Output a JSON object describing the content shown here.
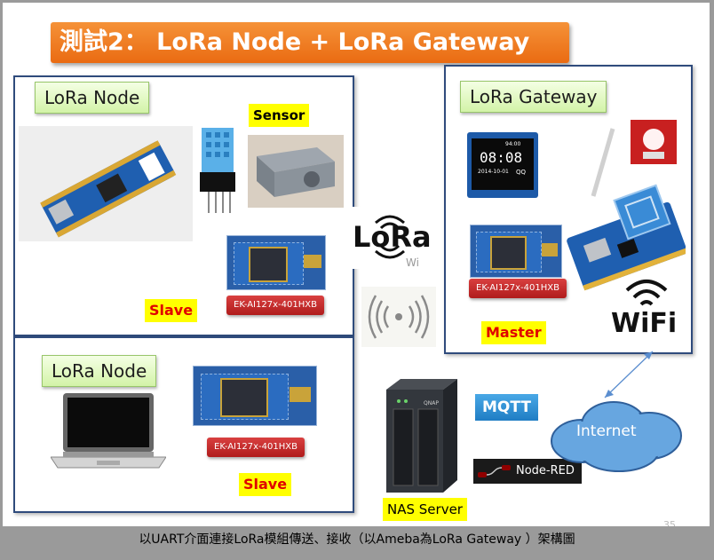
{
  "title": "測試2： LoRa Node + LoRa Gateway",
  "left_top": {
    "label": "LoRa Node",
    "sensor": "Sensor",
    "slave": "Slave",
    "module": "EK-AI127x-401HXB"
  },
  "left_bottom": {
    "label": "LoRa Node",
    "slave": "Slave",
    "module": "EK-AI127x-401HXB"
  },
  "gateway": {
    "label": "LoRa Gateway",
    "master": "Master",
    "module": "EK-AI127x-401HXB",
    "wifi": "WiFi",
    "oled_time": "08:08",
    "oled_date": "2014-10-01",
    "oled_top": "94:00",
    "oled_qq": "QQ"
  },
  "lora_logo": {
    "text": "LoRa",
    "sub": "Wi"
  },
  "mqtt": "MQTT",
  "internet": "Internet",
  "node_red": "Node-RED",
  "nas": "NAS Server",
  "nas_brand": "QNAP",
  "slide_number": "35",
  "caption": "以UART介面連接LoRa模組傳送、接收（以Ameba為LoRa Gateway ）架構圖",
  "colors": {
    "title_bg": "#ea6b12",
    "panel_border": "#2f4b7c",
    "label_green": "#d3f3a8",
    "label_yellow": "#ffff00",
    "label_red": "#b01c1c",
    "mqtt_blue": "#1f7dc4",
    "internet_cloud": "#67a6e0"
  }
}
